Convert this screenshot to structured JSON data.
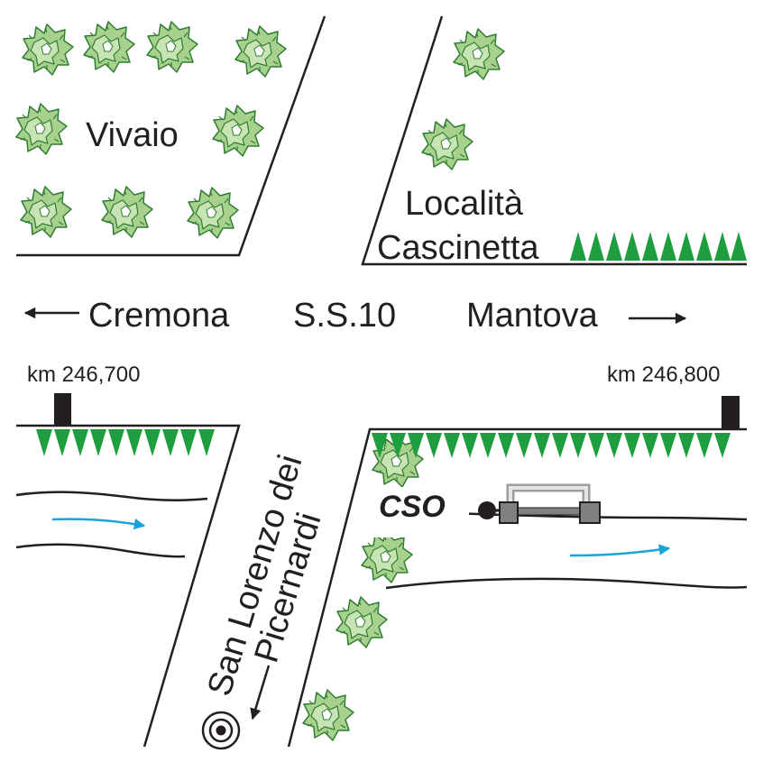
{
  "labels": {
    "vivaio": "Vivaio",
    "localita_line1": "Località",
    "localita_line2": "Cascinetta",
    "cremona": "Cremona",
    "road": "S.S.10",
    "mantova": "Mantova",
    "km_left": "km 246,700",
    "km_right": "km 246,800",
    "side_road_line1": "San Lorenzo dei",
    "side_road_line2": "Picernardi",
    "cso": "CSO"
  },
  "colors": {
    "line": "#231f20",
    "tree_fill": "#a9d18e",
    "tree_outline": "#2e7d32",
    "hedge": "#1e9e3e",
    "water_arrow": "#1aa3d9",
    "pipe_outer": "#9e9e9e",
    "pipe_inner": "#e6e6e6",
    "chamber": "#808080",
    "marker": "#231f20"
  },
  "icons": {
    "tree": "tree-icon",
    "hedge": "hedge-icon",
    "km_marker": "km-post-icon",
    "flow": "flow-arrow-icon",
    "direction": "direction-arrow-icon",
    "outfall": "cso-outfall-icon",
    "location": "location-target-icon"
  }
}
